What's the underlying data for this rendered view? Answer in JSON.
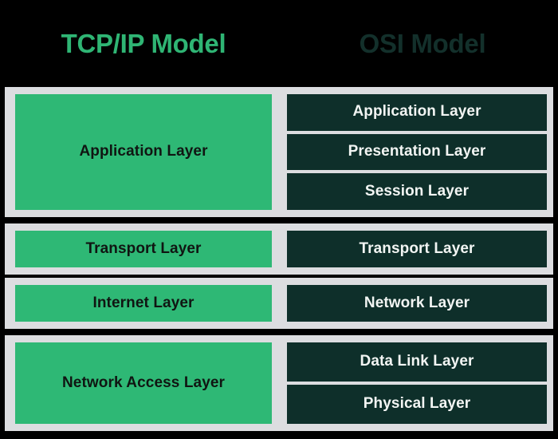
{
  "diagram": {
    "title_left": "TCP/IP Model",
    "title_right": "OSI Model",
    "colors": {
      "background": "#000000",
      "band": "#dcdde0",
      "green": "#2eb875",
      "dark_teal": "#0e2f2a",
      "title_left_color": "#2fb574",
      "title_right_color": "#13302b",
      "green_text": "#101512",
      "dark_text": "#f2f5f3"
    },
    "groups": [
      {
        "id": "application",
        "tcpip": [
          "Application Layer"
        ],
        "osi": [
          "Application Layer",
          "Presentation Layer",
          "Session Layer"
        ]
      },
      {
        "id": "transport",
        "tcpip": [
          "Transport Layer"
        ],
        "osi": [
          "Transport Layer"
        ]
      },
      {
        "id": "internet",
        "tcpip": [
          "Internet Layer"
        ],
        "osi": [
          "Network Layer"
        ]
      },
      {
        "id": "network-access",
        "tcpip": [
          "Network Access Layer"
        ],
        "osi": [
          "Data Link Layer",
          "Physical Layer"
        ]
      }
    ]
  }
}
